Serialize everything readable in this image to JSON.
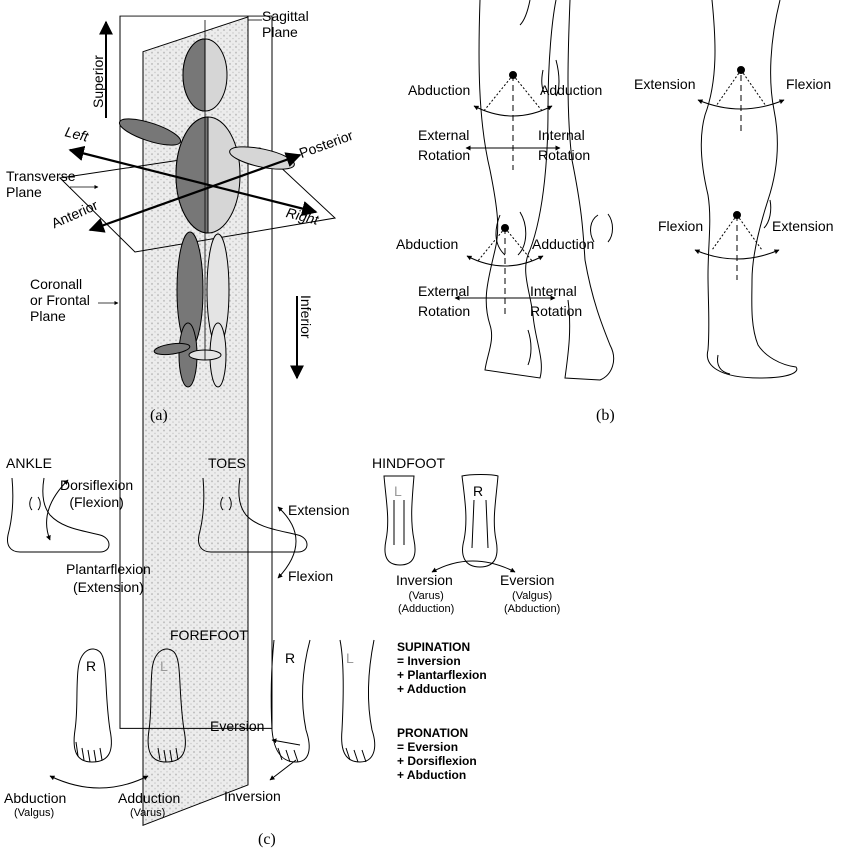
{
  "panel_a": {
    "sagittal": "Sagittal\nPlane",
    "superior": "Superior",
    "inferior": "Inferior",
    "left": "Left",
    "right": "Right",
    "posterior": "Posterior",
    "anterior": "Anterior",
    "transverse": "Transverse\nPlane",
    "coronal": "Coronall\nor Frontal\nPlane",
    "caption": "(a)"
  },
  "panel_b": {
    "hip_abduction": "Abduction",
    "hip_adduction": "Adduction",
    "hip_external": "External\nRotation",
    "hip_internal": "Internal\nRotation",
    "knee_abduction": "Abduction",
    "knee_adduction": "Adduction",
    "knee_external": "External\nRotation",
    "knee_internal": "Internal\nRotation",
    "hip_extension": "Extension",
    "hip_flexion": "Flexion",
    "knee_flexion": "Flexion",
    "knee_extension": "Extension",
    "caption": "(b)"
  },
  "panel_c": {
    "ankle_title": "ANKLE",
    "ankle_dorsi": "Dorsiflexion\n(Flexion)",
    "ankle_plantar": "Plantarflexion\n(Extension)",
    "toes_title": "TOES",
    "toes_extension": "Extension",
    "toes_flexion": "Flexion",
    "hindfoot_title": "HINDFOOT",
    "hind_L": "L",
    "hind_R": "R",
    "inversion": "Inversion",
    "inversion_sub": "(Varus)\n(Adduction)",
    "eversion": "Eversion",
    "eversion_sub": "(Valgus)\n(Abduction)",
    "forefoot_title": "FOREFOOT",
    "fore_R": "R",
    "fore_L": "L",
    "abduction": "Abduction",
    "abduction_sub": "(Valgus)",
    "adduction": "Adduction",
    "adduction_sub": "(Varus)",
    "fore_R2": "R",
    "fore_L2": "L",
    "fore_eversion": "Eversion",
    "fore_inversion": "Inversion",
    "supination": "SUPINATION\n= Inversion\n+ Plantarflexion\n+ Adduction",
    "pronation": "PRONATION\n= Eversion\n+ Dorsiflexion\n+ Abduction",
    "caption": "(c)"
  }
}
